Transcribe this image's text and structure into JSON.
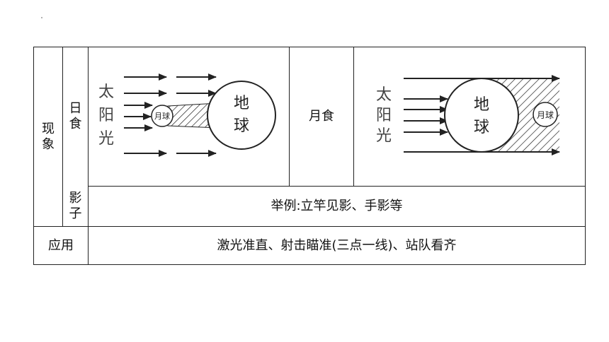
{
  "table": {
    "phenomenon_label": "现象",
    "solar_eclipse_label": "日食",
    "lunar_eclipse_label": "月食",
    "shadow_label": "影子",
    "shadow_examples": "举例:立竿见影、手影等",
    "application_label": "应用",
    "application_text": "激光准直、射击瞄准(三点一线)、站队看齐"
  },
  "diagrams": {
    "solar": {
      "sun_label": "太阳光",
      "earth_label": "地球",
      "moon_label": "月球"
    },
    "lunar": {
      "sun_label": "太阳光",
      "earth_label": "地球",
      "moon_label": "月球"
    }
  }
}
